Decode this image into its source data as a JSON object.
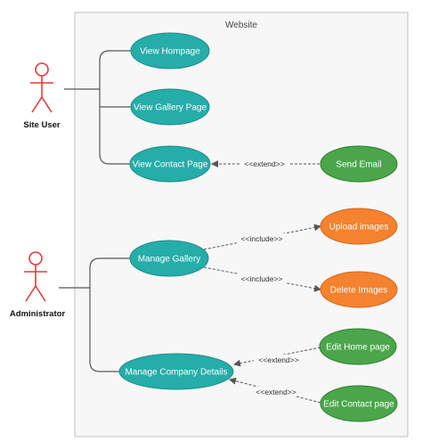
{
  "colors": {
    "teal": "#25ADA9",
    "teal_stroke": "#1C8F8B",
    "green": "#4BA64B",
    "green_stroke": "#2F7F2F",
    "orange": "#F5822F",
    "orange_stroke": "#D9651A",
    "actor": "#E03B3B",
    "line": "#555555",
    "boundary": "#BFBFBF",
    "boundary_fill": "#F7F7F7"
  },
  "boundary": {
    "title": "Website"
  },
  "actors": {
    "site_user": {
      "label": "Site User"
    },
    "administrator": {
      "label": "Administrator"
    }
  },
  "use_cases": {
    "view_homepage": "View Hompage",
    "view_gallery_page": "View Gallery Page",
    "view_contact_page": "View Contact Page",
    "send_email": "Send Email",
    "manage_gallery": "Manage Gallery",
    "upload_images": "Upload images",
    "delete_images": "Delete Images",
    "manage_company_details": "Manage Company Details",
    "edit_home_page": "Edit Home page",
    "edit_contact_page": "Edit Contact page"
  },
  "relations": {
    "extend_send_email": "<<extend>>",
    "include_upload": "<<include>>",
    "include_delete": "<<include>>",
    "extend_edit_home": "<<extend>>",
    "extend_edit_contact": "<<extend>>"
  }
}
